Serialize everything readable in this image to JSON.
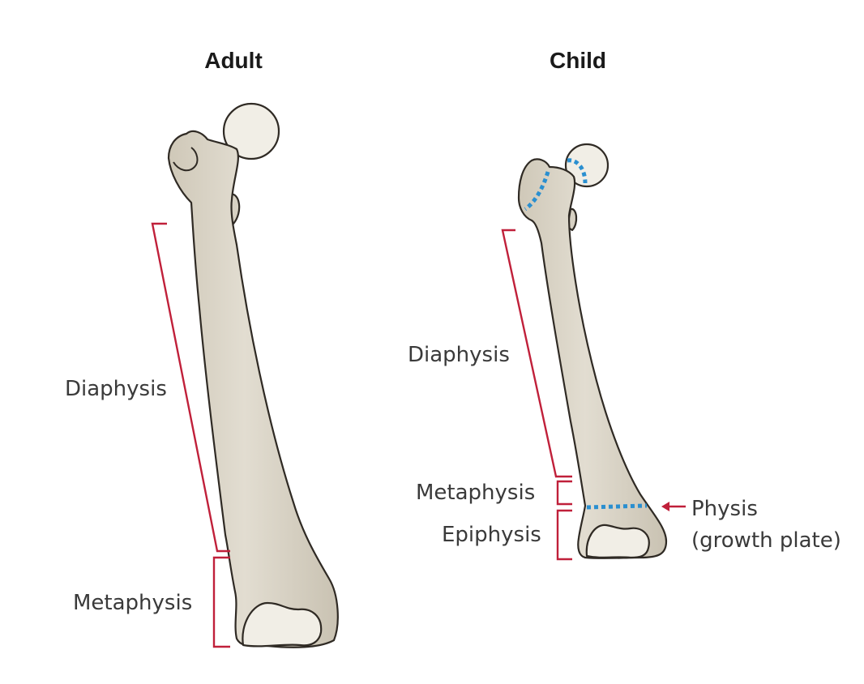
{
  "adult": {
    "title": "Adult",
    "diaphysis_label": "Diaphysis",
    "metaphysis_label": "Metaphysis"
  },
  "child": {
    "title": "Child",
    "diaphysis_label": "Diaphysis",
    "metaphysis_label": "Metaphysis",
    "epiphysis_label": "Epiphysis",
    "physis_label": "Physis",
    "physis_sublabel": "(growth plate)"
  },
  "colors": {
    "bone_fill": "#d7d1c3",
    "bone_cap": "#f1eee6",
    "bracket": "#c0203a",
    "growth_plate": "#2a8fd0"
  }
}
